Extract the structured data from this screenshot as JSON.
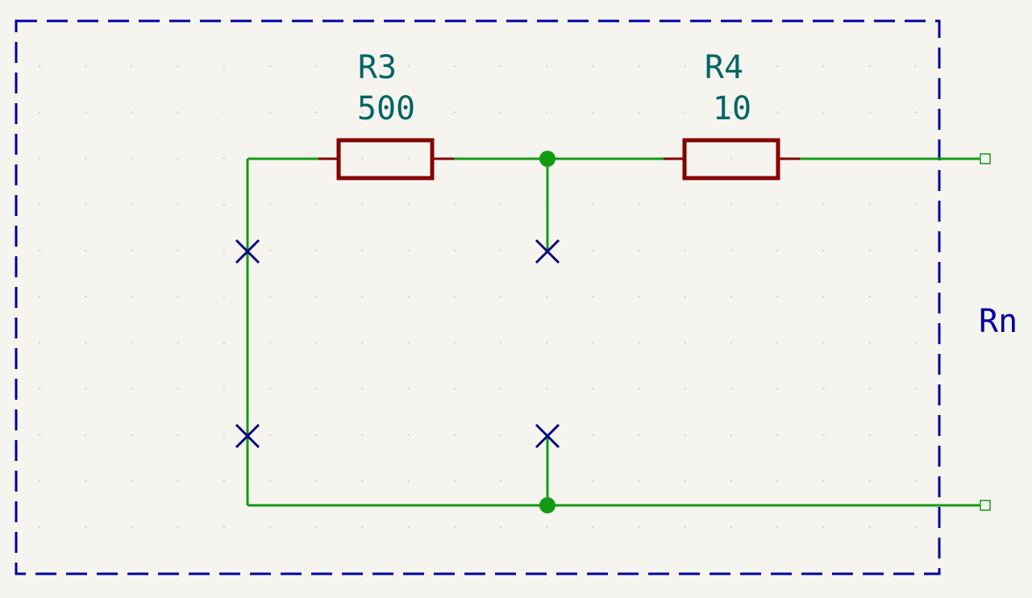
{
  "theme": {
    "background": "#f5f4ef",
    "wire": "#129b12",
    "component": "#840000",
    "reference_text": "#006464",
    "border": "#0000a0",
    "no_connect": "#000084",
    "junction": "#129b12"
  },
  "components": {
    "r3": {
      "reference": "R3",
      "value": "500"
    },
    "r4": {
      "reference": "R4",
      "value": "10"
    }
  },
  "sheet": {
    "name": "Rn"
  }
}
